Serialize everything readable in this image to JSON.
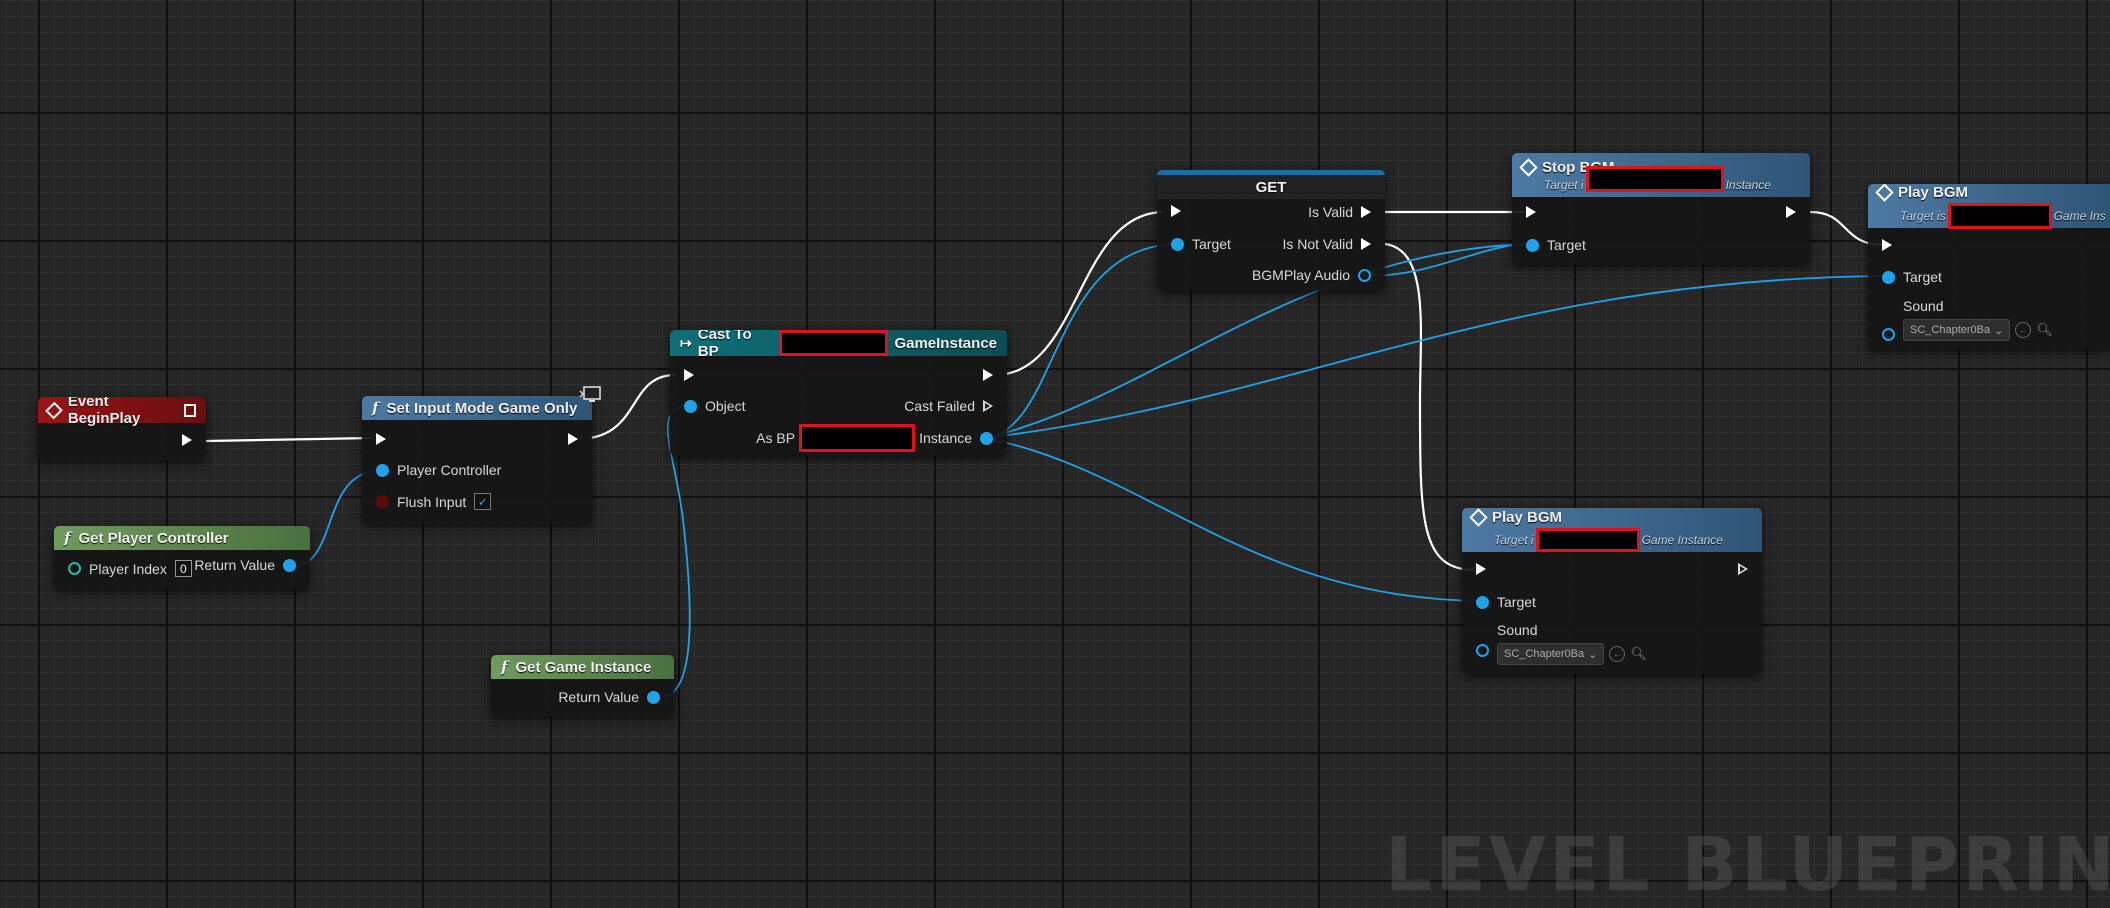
{
  "nodes": {
    "event_begin_play": {
      "title": "Event BeginPlay"
    },
    "get_player_controller": {
      "title": "Get Player Controller",
      "player_index_label": "Player Index",
      "player_index_value": "0",
      "return_value": "Return Value"
    },
    "set_input_mode": {
      "title": "Set Input Mode Game Only",
      "player_controller": "Player Controller",
      "flush_input": "Flush Input",
      "flush_input_checked": "✓"
    },
    "get_game_instance": {
      "title": "Get Game Instance",
      "return_value": "Return Value"
    },
    "cast_to": {
      "title_prefix": "Cast To BP",
      "title_suffix": "GameInstance",
      "object": "Object",
      "cast_failed": "Cast Failed",
      "as_bp_label": "As BP",
      "instance_label": "Instance"
    },
    "get_valid": {
      "title": "GET",
      "target": "Target",
      "is_valid": "Is Valid",
      "is_not_valid": "Is Not Valid",
      "bgm_play_audio": "BGMPlay Audio"
    },
    "stop_bgm": {
      "title": "Stop BGM",
      "subtitle_prefix": "Target i",
      "subtitle_suffix": "Instance",
      "target": "Target"
    },
    "play_bgm_top": {
      "title": "Play BGM",
      "subtitle_prefix": "Target is",
      "subtitle_suffix": "Game Ins",
      "target": "Target",
      "sound": "Sound",
      "sound_asset": "SC_Chapter0Ba"
    },
    "play_bgm_bottom": {
      "title": "Play BGM",
      "subtitle_prefix": "Target i",
      "subtitle_suffix": "Game Instance",
      "target": "Target",
      "sound": "Sound",
      "sound_asset": "SC_Chapter0Ba"
    }
  },
  "watermark": "LEVEL BLUEPRINT",
  "colors": {
    "exec_wire": "#ffffff",
    "object_wire": "#1fa2e8",
    "event_header": "#9a1414",
    "function_header": "#4d7aa3",
    "pure_header": "#6f9b5d",
    "cast_header": "#0f6f78",
    "redaction_border": "#e0121e"
  }
}
